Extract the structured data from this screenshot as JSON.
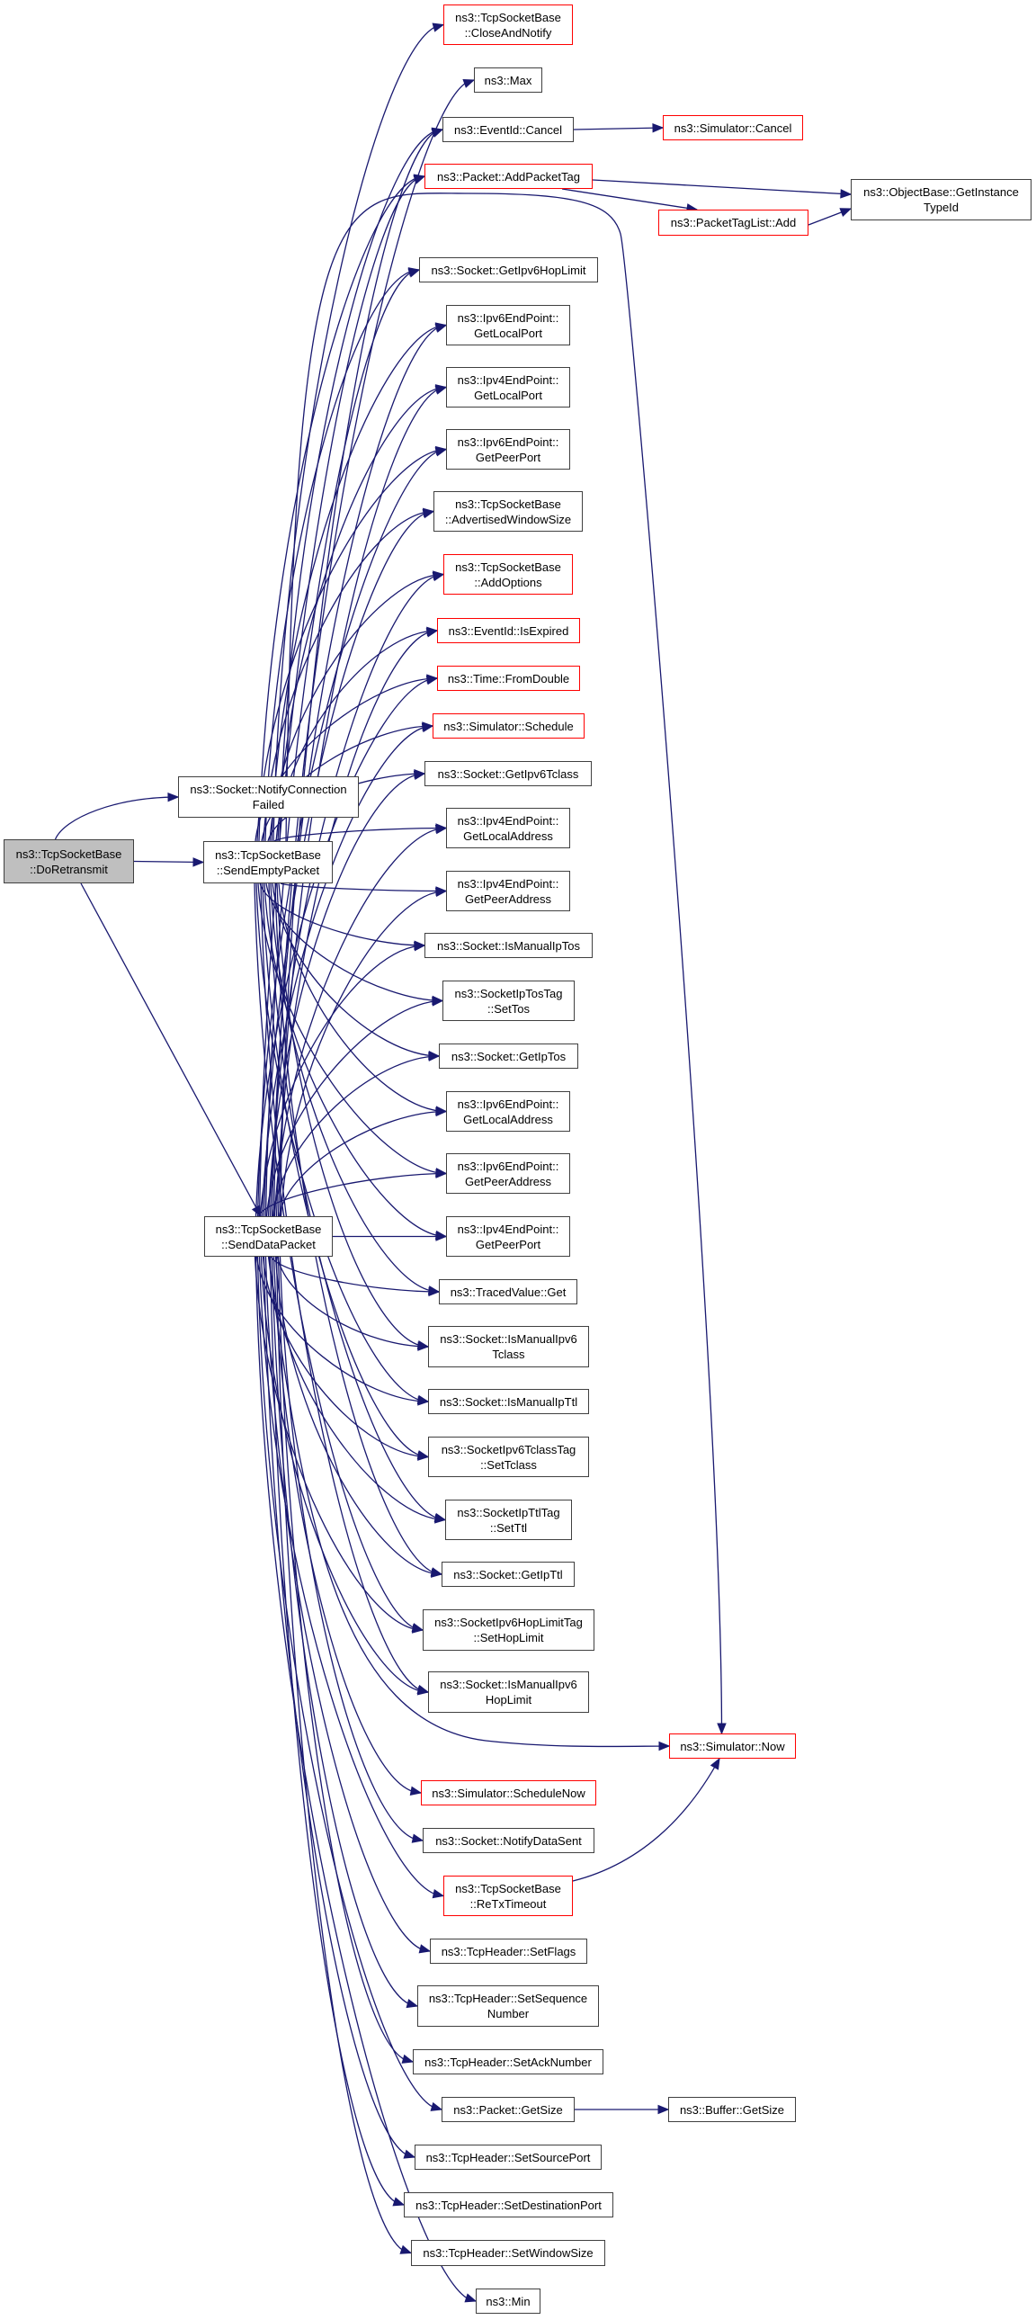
{
  "title": "Call graph of ns3::TcpSocketBase::DoRetransmit",
  "colors": {
    "edge": "#191970",
    "normal_border": "#404040",
    "truncated_border": "#ff0000",
    "root_fill": "#bfbfbf"
  },
  "nodes": [
    {
      "id": "root",
      "label": "ns3::TcpSocketBase\n::DoRetransmit",
      "kind": "root"
    },
    {
      "id": "notifyConnFailed",
      "label": "ns3::Socket::NotifyConnection\nFailed",
      "kind": "normal"
    },
    {
      "id": "sendEmpty",
      "label": "ns3::TcpSocketBase\n::SendEmptyPacket",
      "kind": "normal"
    },
    {
      "id": "sendData",
      "label": "ns3::TcpSocketBase\n::SendDataPacket",
      "kind": "normal"
    },
    {
      "id": "closeAndNotify",
      "label": "ns3::TcpSocketBase\n::CloseAndNotify",
      "kind": "truncated"
    },
    {
      "id": "max",
      "label": "ns3::Max",
      "kind": "normal"
    },
    {
      "id": "eventCancel",
      "label": "ns3::EventId::Cancel",
      "kind": "normal"
    },
    {
      "id": "simCancel",
      "label": "ns3::Simulator::Cancel",
      "kind": "truncated"
    },
    {
      "id": "addPacketTag",
      "label": "ns3::Packet::AddPacketTag",
      "kind": "truncated"
    },
    {
      "id": "packetTagListAdd",
      "label": "ns3::PacketTagList::Add",
      "kind": "truncated"
    },
    {
      "id": "getInstanceTypeId",
      "label": "ns3::ObjectBase::GetInstance\nTypeId",
      "kind": "normal"
    },
    {
      "id": "getIpv6HopLimit",
      "label": "ns3::Socket::GetIpv6HopLimit",
      "kind": "normal"
    },
    {
      "id": "ipv6GetLocalPort",
      "label": "ns3::Ipv6EndPoint::\nGetLocalPort",
      "kind": "normal"
    },
    {
      "id": "ipv4GetLocalPort",
      "label": "ns3::Ipv4EndPoint::\nGetLocalPort",
      "kind": "normal"
    },
    {
      "id": "ipv6GetPeerPort",
      "label": "ns3::Ipv6EndPoint::\nGetPeerPort",
      "kind": "normal"
    },
    {
      "id": "advWindowSize",
      "label": "ns3::TcpSocketBase\n::AdvertisedWindowSize",
      "kind": "normal"
    },
    {
      "id": "addOptions",
      "label": "ns3::TcpSocketBase\n::AddOptions",
      "kind": "truncated"
    },
    {
      "id": "isExpired",
      "label": "ns3::EventId::IsExpired",
      "kind": "truncated"
    },
    {
      "id": "fromDouble",
      "label": "ns3::Time::FromDouble",
      "kind": "truncated"
    },
    {
      "id": "schedule",
      "label": "ns3::Simulator::Schedule",
      "kind": "truncated"
    },
    {
      "id": "getIpv6Tclass",
      "label": "ns3::Socket::GetIpv6Tclass",
      "kind": "normal"
    },
    {
      "id": "ipv4GetLocalAddr",
      "label": "ns3::Ipv4EndPoint::\nGetLocalAddress",
      "kind": "normal"
    },
    {
      "id": "ipv4GetPeerAddr",
      "label": "ns3::Ipv4EndPoint::\nGetPeerAddress",
      "kind": "normal"
    },
    {
      "id": "isManualIpTos",
      "label": "ns3::Socket::IsManualIpTos",
      "kind": "normal"
    },
    {
      "id": "setTos",
      "label": "ns3::SocketIpTosTag\n::SetTos",
      "kind": "normal"
    },
    {
      "id": "getIpTos",
      "label": "ns3::Socket::GetIpTos",
      "kind": "normal"
    },
    {
      "id": "ipv6GetLocalAddr",
      "label": "ns3::Ipv6EndPoint::\nGetLocalAddress",
      "kind": "normal"
    },
    {
      "id": "ipv6GetPeerAddr",
      "label": "ns3::Ipv6EndPoint::\nGetPeerAddress",
      "kind": "normal"
    },
    {
      "id": "ipv4GetPeerPort",
      "label": "ns3::Ipv4EndPoint::\nGetPeerPort",
      "kind": "normal"
    },
    {
      "id": "tracedGet",
      "label": "ns3::TracedValue::Get",
      "kind": "normal"
    },
    {
      "id": "isManualIpv6Tclass",
      "label": "ns3::Socket::IsManualIpv6\nTclass",
      "kind": "normal"
    },
    {
      "id": "isManualIpTtl",
      "label": "ns3::Socket::IsManualIpTtl",
      "kind": "normal"
    },
    {
      "id": "setTclass",
      "label": "ns3::SocketIpv6TclassTag\n::SetTclass",
      "kind": "normal"
    },
    {
      "id": "setTtl",
      "label": "ns3::SocketIpTtlTag\n::SetTtl",
      "kind": "normal"
    },
    {
      "id": "getIpTtl",
      "label": "ns3::Socket::GetIpTtl",
      "kind": "normal"
    },
    {
      "id": "setHopLimit",
      "label": "ns3::SocketIpv6HopLimitTag\n::SetHopLimit",
      "kind": "normal"
    },
    {
      "id": "isManualIpv6HopLimit",
      "label": "ns3::Socket::IsManualIpv6\nHopLimit",
      "kind": "normal"
    },
    {
      "id": "simNow",
      "label": "ns3::Simulator::Now",
      "kind": "truncated"
    },
    {
      "id": "scheduleNow",
      "label": "ns3::Simulator::ScheduleNow",
      "kind": "truncated"
    },
    {
      "id": "notifyDataSent",
      "label": "ns3::Socket::NotifyDataSent",
      "kind": "normal"
    },
    {
      "id": "reTxTimeout",
      "label": "ns3::TcpSocketBase\n::ReTxTimeout",
      "kind": "truncated"
    },
    {
      "id": "setFlags",
      "label": "ns3::TcpHeader::SetFlags",
      "kind": "normal"
    },
    {
      "id": "setSeq",
      "label": "ns3::TcpHeader::SetSequence\nNumber",
      "kind": "normal"
    },
    {
      "id": "setAck",
      "label": "ns3::TcpHeader::SetAckNumber",
      "kind": "normal"
    },
    {
      "id": "packetGetSize",
      "label": "ns3::Packet::GetSize",
      "kind": "normal"
    },
    {
      "id": "bufferGetSize",
      "label": "ns3::Buffer::GetSize",
      "kind": "normal"
    },
    {
      "id": "setSrcPort",
      "label": "ns3::TcpHeader::SetSourcePort",
      "kind": "normal"
    },
    {
      "id": "setDstPort",
      "label": "ns3::TcpHeader::SetDestinationPort",
      "kind": "normal"
    },
    {
      "id": "setWinSize",
      "label": "ns3::TcpHeader::SetWindowSize",
      "kind": "normal"
    },
    {
      "id": "min",
      "label": "ns3::Min",
      "kind": "normal"
    }
  ],
  "edges": [
    [
      "root",
      "notifyConnFailed"
    ],
    [
      "root",
      "sendEmpty"
    ],
    [
      "root",
      "sendData"
    ],
    [
      "sendEmpty",
      "closeAndNotify"
    ],
    [
      "sendEmpty",
      "eventCancel"
    ],
    [
      "sendEmpty",
      "addPacketTag"
    ],
    [
      "sendEmpty",
      "getIpv6HopLimit"
    ],
    [
      "sendEmpty",
      "ipv6GetLocalPort"
    ],
    [
      "sendEmpty",
      "ipv4GetLocalPort"
    ],
    [
      "sendEmpty",
      "ipv6GetPeerPort"
    ],
    [
      "sendEmpty",
      "advWindowSize"
    ],
    [
      "sendEmpty",
      "addOptions"
    ],
    [
      "sendEmpty",
      "isExpired"
    ],
    [
      "sendEmpty",
      "fromDouble"
    ],
    [
      "sendEmpty",
      "schedule"
    ],
    [
      "sendEmpty",
      "getIpv6Tclass"
    ],
    [
      "sendEmpty",
      "ipv4GetLocalAddr"
    ],
    [
      "sendEmpty",
      "ipv4GetPeerAddr"
    ],
    [
      "sendEmpty",
      "isManualIpTos"
    ],
    [
      "sendEmpty",
      "setTos"
    ],
    [
      "sendEmpty",
      "getIpTos"
    ],
    [
      "sendEmpty",
      "ipv6GetLocalAddr"
    ],
    [
      "sendEmpty",
      "ipv6GetPeerAddr"
    ],
    [
      "sendEmpty",
      "ipv4GetPeerPort"
    ],
    [
      "sendEmpty",
      "tracedGet"
    ],
    [
      "sendEmpty",
      "isManualIpv6Tclass"
    ],
    [
      "sendEmpty",
      "isManualIpTtl"
    ],
    [
      "sendEmpty",
      "setTclass"
    ],
    [
      "sendEmpty",
      "setTtl"
    ],
    [
      "sendEmpty",
      "getIpTtl"
    ],
    [
      "sendEmpty",
      "setHopLimit"
    ],
    [
      "sendEmpty",
      "isManualIpv6HopLimit"
    ],
    [
      "sendEmpty",
      "simNow"
    ],
    [
      "sendData",
      "max"
    ],
    [
      "sendData",
      "eventCancel"
    ],
    [
      "sendData",
      "addPacketTag"
    ],
    [
      "sendData",
      "getIpv6HopLimit"
    ],
    [
      "sendData",
      "ipv6GetLocalPort"
    ],
    [
      "sendData",
      "ipv4GetLocalPort"
    ],
    [
      "sendData",
      "ipv6GetPeerPort"
    ],
    [
      "sendData",
      "advWindowSize"
    ],
    [
      "sendData",
      "addOptions"
    ],
    [
      "sendData",
      "isExpired"
    ],
    [
      "sendData",
      "fromDouble"
    ],
    [
      "sendData",
      "schedule"
    ],
    [
      "sendData",
      "getIpv6Tclass"
    ],
    [
      "sendData",
      "ipv4GetLocalAddr"
    ],
    [
      "sendData",
      "ipv4GetPeerAddr"
    ],
    [
      "sendData",
      "isManualIpTos"
    ],
    [
      "sendData",
      "setTos"
    ],
    [
      "sendData",
      "getIpTos"
    ],
    [
      "sendData",
      "ipv6GetLocalAddr"
    ],
    [
      "sendData",
      "ipv6GetPeerAddr"
    ],
    [
      "sendData",
      "ipv4GetPeerPort"
    ],
    [
      "sendData",
      "tracedGet"
    ],
    [
      "sendData",
      "isManualIpv6Tclass"
    ],
    [
      "sendData",
      "isManualIpTtl"
    ],
    [
      "sendData",
      "setTclass"
    ],
    [
      "sendData",
      "setTtl"
    ],
    [
      "sendData",
      "getIpTtl"
    ],
    [
      "sendData",
      "setHopLimit"
    ],
    [
      "sendData",
      "isManualIpv6HopLimit"
    ],
    [
      "sendData",
      "simNow"
    ],
    [
      "sendData",
      "scheduleNow"
    ],
    [
      "sendData",
      "notifyDataSent"
    ],
    [
      "sendData",
      "reTxTimeout"
    ],
    [
      "sendData",
      "setFlags"
    ],
    [
      "sendData",
      "setSeq"
    ],
    [
      "sendData",
      "setAck"
    ],
    [
      "sendData",
      "packetGetSize"
    ],
    [
      "sendData",
      "setSrcPort"
    ],
    [
      "sendData",
      "setDstPort"
    ],
    [
      "sendData",
      "setWinSize"
    ],
    [
      "sendData",
      "min"
    ],
    [
      "eventCancel",
      "simCancel"
    ],
    [
      "addPacketTag",
      "getInstanceTypeId"
    ],
    [
      "addPacketTag",
      "packetTagListAdd"
    ],
    [
      "packetTagListAdd",
      "getInstanceTypeId"
    ],
    [
      "reTxTimeout",
      "simNow"
    ],
    [
      "packetGetSize",
      "bufferGetSize"
    ]
  ]
}
